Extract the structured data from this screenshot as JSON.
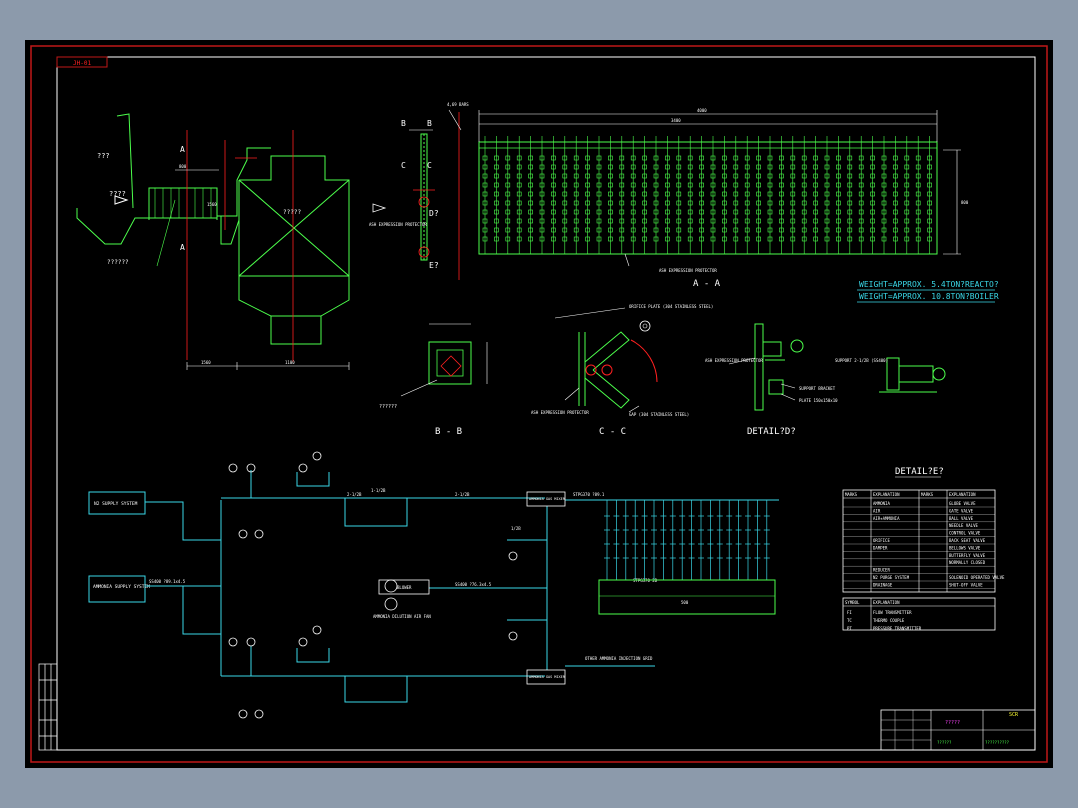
{
  "colors": {
    "background": "#8c9aab",
    "sheet": "#000000",
    "border_red": "#c01818",
    "line_white": "#ffffff",
    "line_green": "#4cff4c",
    "line_cyan": "#3ad8e8",
    "line_red": "#ff2020",
    "line_yellow": "#ffff33",
    "line_magenta": "#ff44ff"
  },
  "sheet_tag": "JH-01",
  "top_left": {
    "label_q1": "???",
    "label_q2": "????",
    "label_q3": "??????",
    "label_reactor": "?????",
    "section_a_top": "A",
    "section_a_bottom": "A",
    "dim_1": "1560",
    "dim_2": "1100",
    "dim_3": "1560",
    "dim_4": "800"
  },
  "section_views": {
    "b_label_1": "B",
    "b_label_2": "B",
    "c_label_1": "C",
    "c_label_2": "C",
    "d_label": "D?",
    "e_label": "E?",
    "ash_note": "ASH EXPRESSION PROTECTOR",
    "top_dim": "4,69 BARS",
    "aa_title": "A - A",
    "aa_note": "ASH EXPRESSION PROTECTOR",
    "aa_dim_total": "4000",
    "aa_dim_inner": "3400",
    "aa_dim_side": "800"
  },
  "weights": {
    "reactor": "WEIGHT=APPROX. 5.4TON?REACTO?",
    "boiler": "WEIGHT=APPROX. 10.8TON?BOILER"
  },
  "details": {
    "bb_title": "B - B",
    "bb_note": "??????",
    "cc_title": "C - C",
    "cc_note_1": "ORIFICE PLATE (304 STAINLESS STEEL)",
    "cc_note_2": "ASH EXPRESSION PROTECTOR",
    "cc_note_3": "GAP (304 STAINLESS STEEL)",
    "d_title": "DETAIL?D?",
    "d_note_1": "ASH EXPRESSION PROTECTOR",
    "d_note_2": "SUPPORT BRACKET",
    "d_note_3": "PLATE 150x150x10",
    "e_title": "DETAIL?E?",
    "e_note": "SUPPORT 2-1/2B (SS400)"
  },
  "flow": {
    "supply": "N2 SUPPLY SYSTEM",
    "ammonia_supply": "AMMONIA SUPPLY SYSTEM",
    "dilution_fan": "AMMONIA DILUTION AIR FAN",
    "blower": "BLOWER",
    "mixer_1": "AMMONIA GAS MIXER",
    "mixer_2": "AMMONIA GAS MIXER",
    "other_line": "OTHER AMMONIA INJECTION GRID",
    "pipe_1": "2-1/2B",
    "pipe_2": "1-1/2B",
    "pipe_3": "2-1/2B",
    "pipe_4": "1/2B",
    "pipe_5": "SS400 ?76.3x4.5",
    "pipe_6": "STPG370 ?89.1",
    "pipe_7": "SS400 ?89.1x4.5",
    "pipe_8": "STPG370 2B",
    "dim_grid": "500"
  },
  "legend": {
    "header": [
      "MARKS",
      "EXPLANATION",
      "MARKS",
      "EXPLANATION"
    ],
    "rows": [
      [
        "AMMONIA",
        "GLOBE VALVE"
      ],
      [
        "AIR",
        "GATE VALVE"
      ],
      [
        "AIR+AMMONIA",
        "BALL VALVE"
      ],
      [
        "",
        "NEEDLE VALVE"
      ],
      [
        "",
        "CONTROL VALVE"
      ],
      [
        "ORIFICE",
        "BACK SEAT VALVE"
      ],
      [
        "DAMPER",
        "BELLOWS VALVE"
      ],
      [
        "",
        "BUTTERFLY VALVE"
      ],
      [
        "",
        "NORMALLY CLOSED"
      ],
      [
        "REDUCER",
        ""
      ],
      [
        "N2 PURGE SYSTEM",
        "SOLENOID OPERATED VALVE"
      ],
      [
        "DRAINAGE",
        "SHUT-OFF VALVE"
      ]
    ],
    "symbol_header": [
      "SYMBOL",
      "EXPLANATION"
    ],
    "symbols": [
      [
        "FI",
        "FLOW TRANSMITTER"
      ],
      [
        "TC",
        "THERMO COUPLE"
      ],
      [
        "PT",
        "PRESSURE TRANSMITTER"
      ]
    ]
  },
  "title_block": {
    "name": "?????",
    "code": "SCR",
    "drawing": "??????",
    "company": "??????????"
  }
}
